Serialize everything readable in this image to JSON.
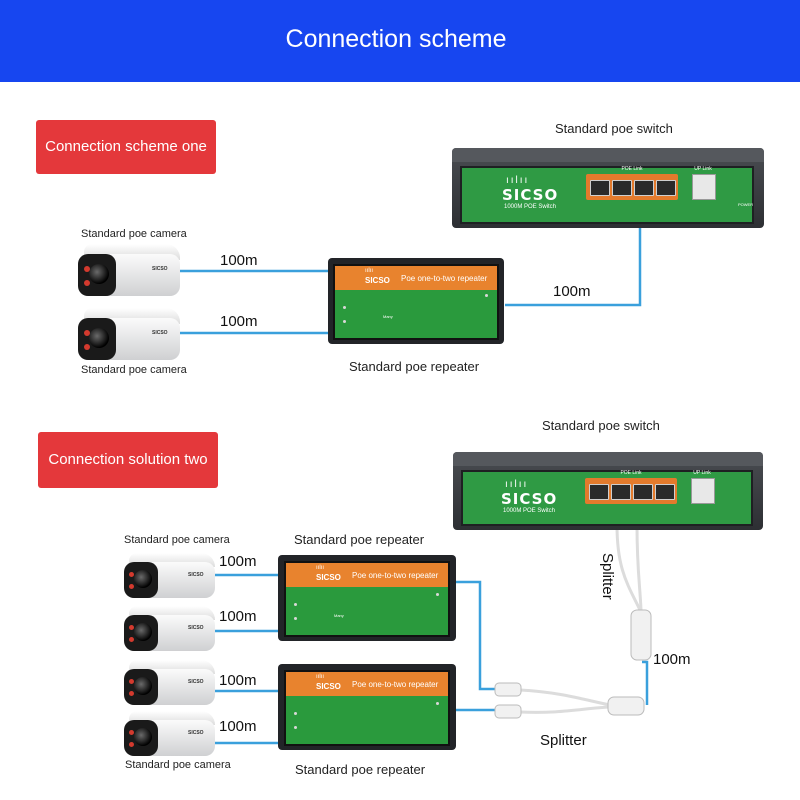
{
  "header": {
    "title": "Connection scheme",
    "color": "#1746f0"
  },
  "scheme_one": {
    "badge": "Connection scheme one",
    "switch_caption": "Standard poe switch",
    "camera_caption_top": "Standard poe camera",
    "camera_caption_bottom": "Standard poe camera",
    "repeater_caption": "Standard poe repeater",
    "dist_cam1": "100m",
    "dist_cam2": "100m",
    "dist_switch": "100m"
  },
  "scheme_two": {
    "badge": "Connection solution two",
    "switch_caption": "Standard poe switch",
    "camera_caption_top": "Standard poe camera",
    "camera_caption_bottom": "Standard poe camera",
    "repeater_caption_top": "Standard poe repeater",
    "repeater_caption_bottom": "Standard poe repeater",
    "dist_cam1": "100m",
    "dist_cam2": "100m",
    "dist_cam3": "100m",
    "dist_cam4": "100m",
    "dist_splitter": "100m",
    "splitter_vertical": "Splitter",
    "splitter_horizontal": "Splitter"
  },
  "device": {
    "switch_brand": "SICSO",
    "switch_model": "1000M POE Switch",
    "switch_poe_label": "POE Link",
    "switch_uplink_label": "UP Link",
    "switch_power_label": "POWER",
    "repeater_logo": "SICSO",
    "repeater_title": "Poe one-to-two repeater",
    "repeater_note": "Many"
  },
  "colors": {
    "cable": "#3aa0dc",
    "badge": "#e4383b",
    "device_green": "#2a9a3d",
    "device_orange": "#e8832e"
  }
}
